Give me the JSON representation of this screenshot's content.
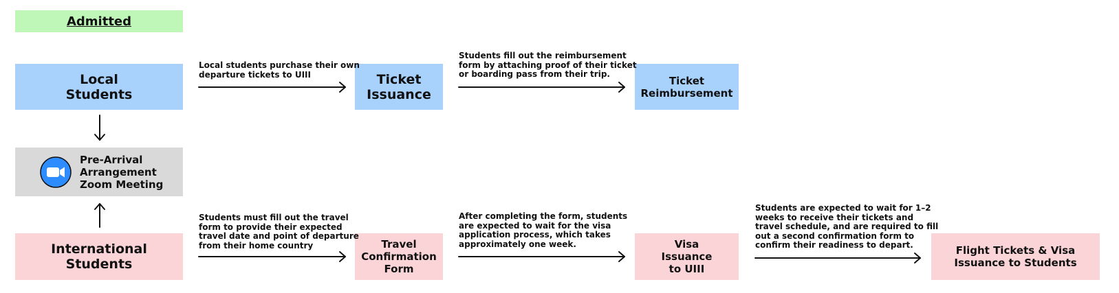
{
  "header": {
    "admitted": "Admitted"
  },
  "nodes": {
    "local_students": "Local\nStudents",
    "ticket_issuance": "Ticket\nIssuance",
    "ticket_reimbursement": "Ticket\nReimbursement",
    "zoom_meeting": "Pre-Arrival\nArrangement\nZoom Meeting",
    "international_students": "International\nStudents",
    "travel_confirmation": "Travel\nConfirmation\nForm",
    "visa_issuance": "Visa\nIssuance\nto UIII",
    "flight_tickets": "Flight Tickets & Visa\nIssuance to Students"
  },
  "edges": {
    "local_to_ticket": "Local students purchase their own\ndeparture tickets to UIII",
    "ticket_to_reimbursement": "Students fill out the reimbursement\nform by attaching proof of their ticket\nor boarding pass from their trip.",
    "intl_to_travel": "Students must fill out the travel\nform to provide their expected\ntravel date and point of departure\nfrom their home country",
    "travel_to_visa": "After completing the form, students\nare expected to wait for the visa\napplication process, which takes\napproximately one week.",
    "visa_to_flight": "Students are expected to wait for 1–2\nweeks to receive their tickets and\ntravel schedule, and are required to fill\nout a second confirmation form to\nconfirm their readiness to depart."
  },
  "colors": {
    "local_track": "#a8d1fb",
    "international_track": "#fad4d6",
    "meeting": "#d9d9d9",
    "admitted": "#bff7b9",
    "zoom_icon": "#2d8cff"
  }
}
